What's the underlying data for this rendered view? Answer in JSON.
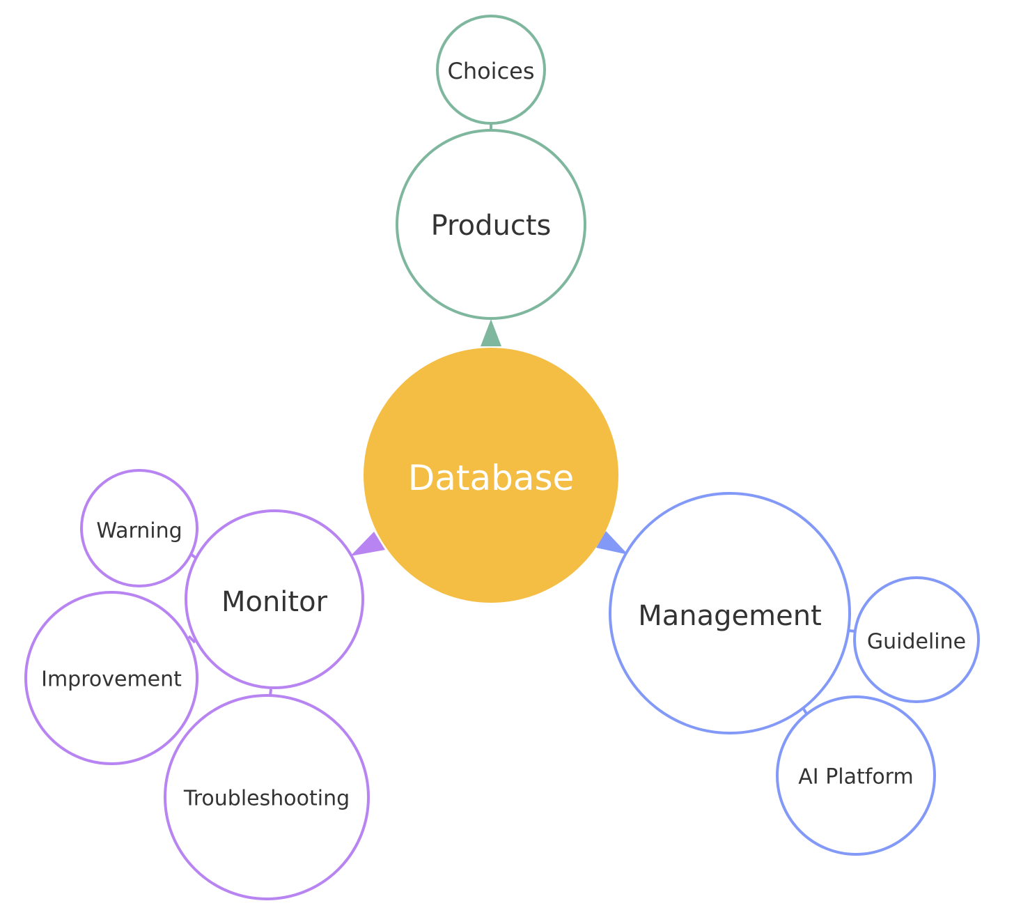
{
  "colors": {
    "center": "#F4BE45",
    "products": "#7FB79E",
    "monitor": "#B784F2",
    "management": "#8399F7",
    "text": "#333333",
    "center_text": "#FFFFFF"
  },
  "center": {
    "label": "Database"
  },
  "branches": {
    "products": {
      "label": "Products",
      "children": [
        "Choices"
      ]
    },
    "monitor": {
      "label": "Monitor",
      "children": [
        "Warning",
        "Improvement",
        "Troubleshooting"
      ]
    },
    "management": {
      "label": "Management",
      "children": [
        "Guideline",
        "AI Platform"
      ]
    }
  }
}
